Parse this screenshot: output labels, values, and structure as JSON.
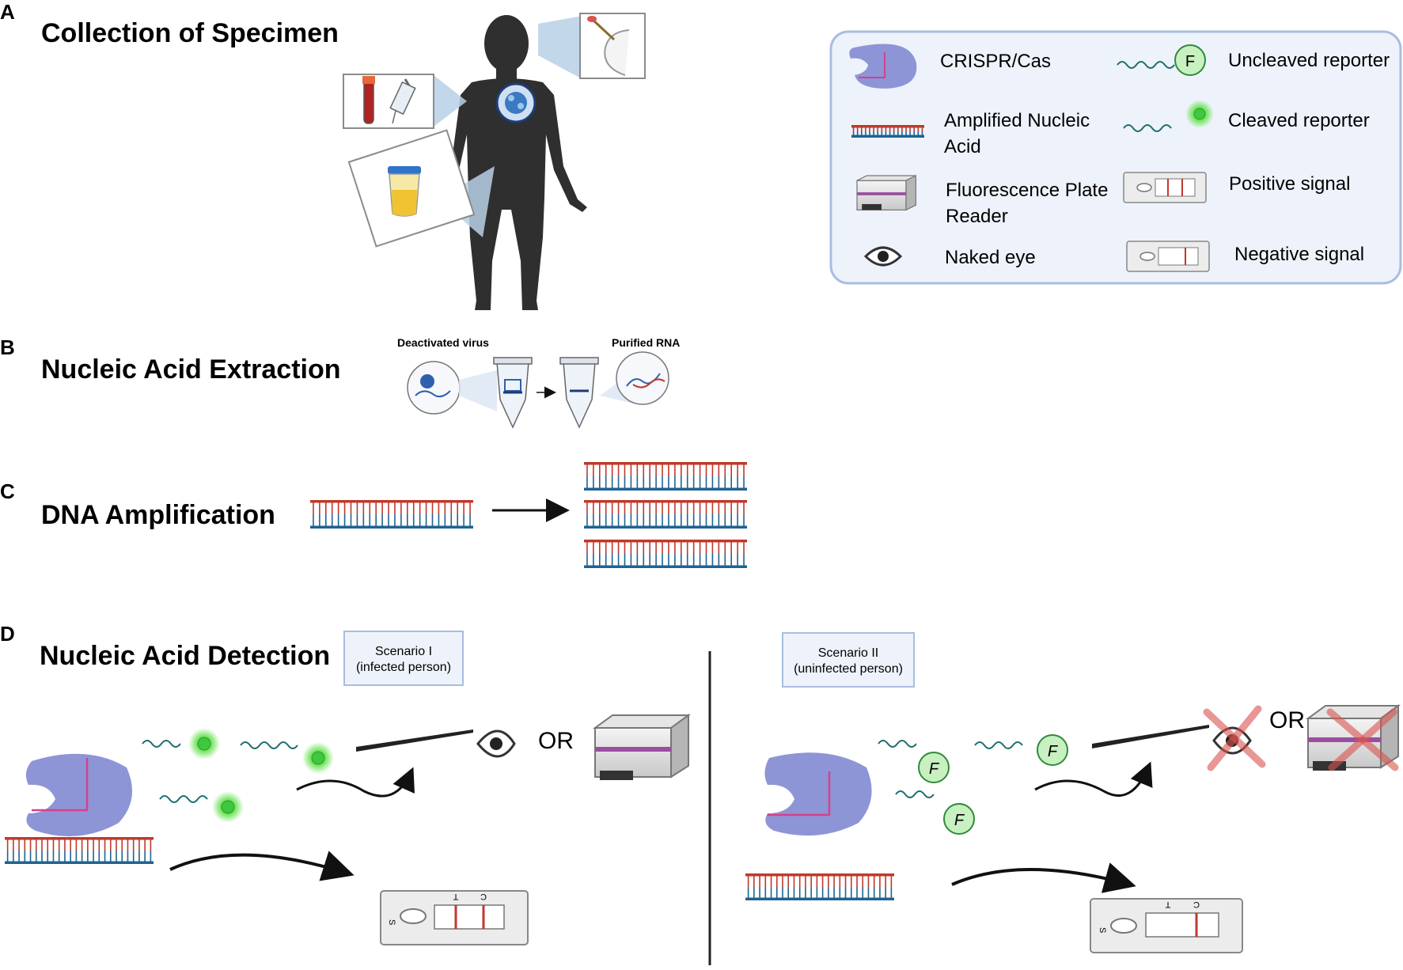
{
  "panels": {
    "a": {
      "letter": "A",
      "title": "Collection of Specimen"
    },
    "b": {
      "letter": "B",
      "title": "Nucleic Acid Extraction",
      "deactivated_label": "Deactivated virus",
      "purified_label": "Purified RNA"
    },
    "c": {
      "letter": "C",
      "title": "DNA Amplification"
    },
    "d": {
      "letter": "D",
      "title": "Nucleic Acid Detection",
      "scenario1": {
        "line1": "Scenario I",
        "line2": "(infected person)"
      },
      "scenario2": {
        "line1": "Scenario II",
        "line2": "(uninfected person)"
      },
      "or_text": "OR",
      "reporter_letter": "F",
      "strip_s": "S",
      "strip_t": "T",
      "strip_c": "C"
    }
  },
  "legend": {
    "crispr": "CRISPR/Cas",
    "amplified_line1": "Amplified Nucleic",
    "amplified_line2": "Acid",
    "reader_line1": "Fluorescence Plate",
    "reader_line2": "Reader",
    "eye": "Naked eye",
    "uncleaved": "Uncleaved reporter",
    "cleaved": "Cleaved reporter",
    "positive": "Positive signal",
    "negative": "Negative signal"
  },
  "colors": {
    "cas": "#8d95d6",
    "guide": "#d6408a",
    "dna_red": "#c0392b",
    "dna_blue": "#1f6391",
    "reporter_green": "#3fc73f",
    "legend_bg": "#eef3fb",
    "legend_border": "#a8bde0",
    "body": "#2f2f2f",
    "cross": "#d9534f"
  }
}
